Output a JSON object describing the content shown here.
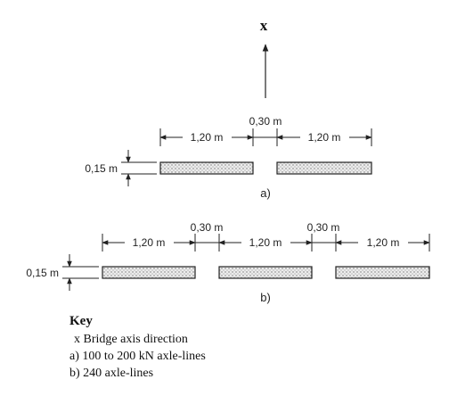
{
  "figure": {
    "axis_letter": "x",
    "diagram_a": {
      "pad_width": "1,20 m",
      "gap": "0,30 m",
      "pad_height": "0,15 m",
      "caption": "a)"
    },
    "diagram_b": {
      "pad_width_left": "1,20 m",
      "pad_width_middle": "1,20 m",
      "pad_width_right": "1,20 m",
      "gap_left": "0,30 m",
      "gap_right": "0,30 m",
      "pad_height": "0,15 m",
      "caption": "b)"
    }
  },
  "key": {
    "title": "Key",
    "items": [
      "x  Bridge axis direction",
      "a) 100 to 200 kN axle-lines",
      "b) 240 axle-lines"
    ]
  }
}
